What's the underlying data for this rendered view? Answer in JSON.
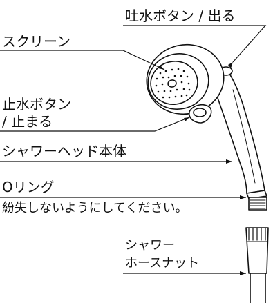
{
  "labels": {
    "spout_button": "吐水ボタン / 出る",
    "screen": "スクリーン",
    "stop_button_line1": "止水ボタン",
    "stop_button_line2": "/ 止まる",
    "shower_head_body": "シャワーヘッド本体",
    "o_ring": "Oリング",
    "o_ring_note": "紛失しないようにしてください。",
    "hose_nut_line1": "シャワー",
    "hose_nut_line2": "ホースナット"
  }
}
